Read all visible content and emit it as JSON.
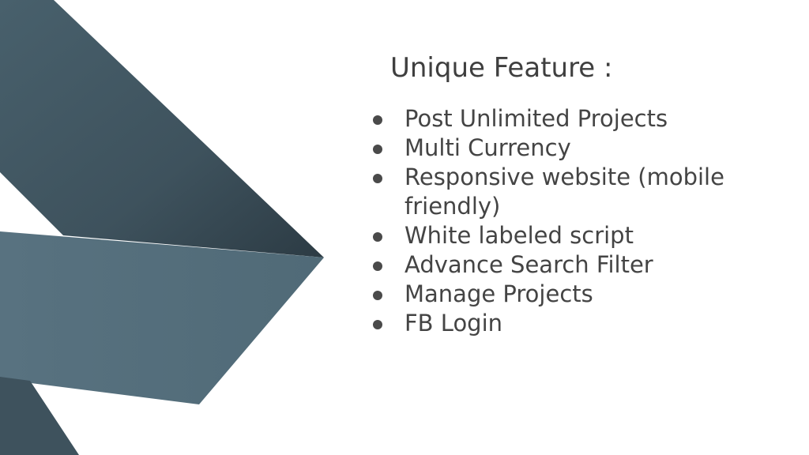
{
  "slide": {
    "title": "Unique Feature :",
    "features": [
      "Post Unlimited Projects",
      "Multi Currency",
      "Responsive website (mobile friendly)",
      "White labeled script",
      "Advance Search Filter",
      "Manage Projects",
      "FB Login"
    ]
  },
  "colors": {
    "ribbon_dark": "#3b4f5b",
    "ribbon_light": "#546d79",
    "text": "#444444"
  }
}
